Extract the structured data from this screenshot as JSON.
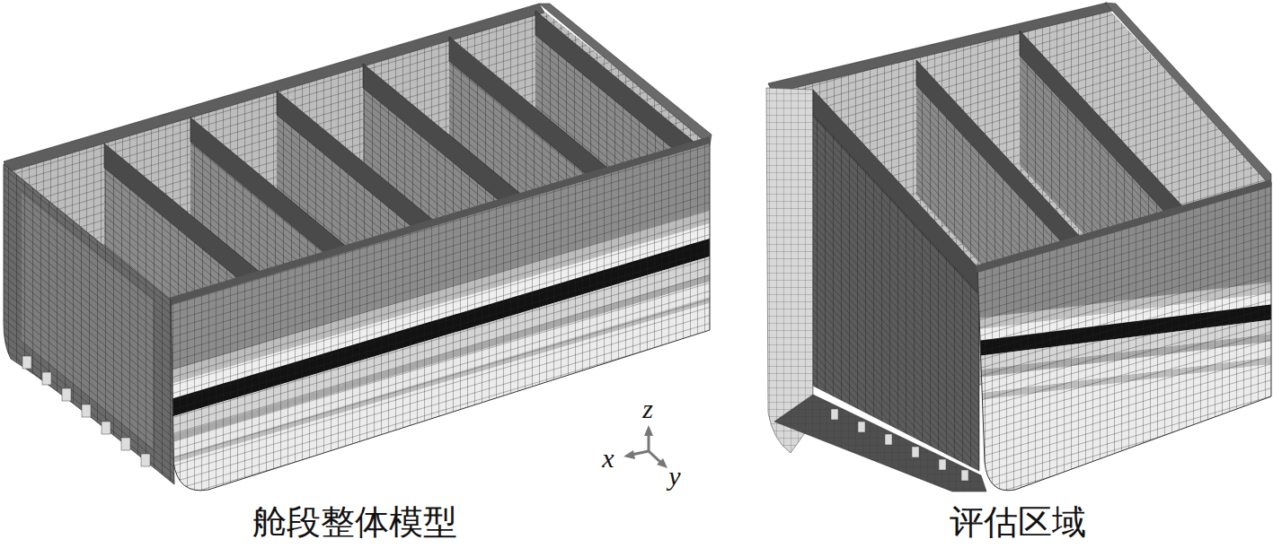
{
  "diagram": {
    "labels": [
      "舱段整体模型",
      "z",
      "x",
      "y",
      "评估区域"
    ]
  }
}
